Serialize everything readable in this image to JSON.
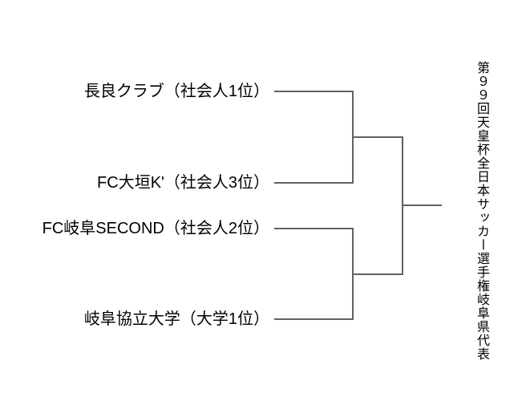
{
  "page": {
    "background_color": "#ffffff",
    "text_color": "#000000",
    "bracket_line_color": "#616161"
  },
  "title": {
    "vertical_text": "第９９回天皇杯全日本サッカー選手権岐阜県代表"
  },
  "bracket": {
    "teams": [
      {
        "name": "長良クラブ（社会人1位）"
      },
      {
        "name": "FC大垣K'（社会人3位）"
      },
      {
        "name": "FC岐阜SECOND（社会人2位）"
      },
      {
        "name": "岐阜協立大学（大学1位）"
      }
    ]
  }
}
